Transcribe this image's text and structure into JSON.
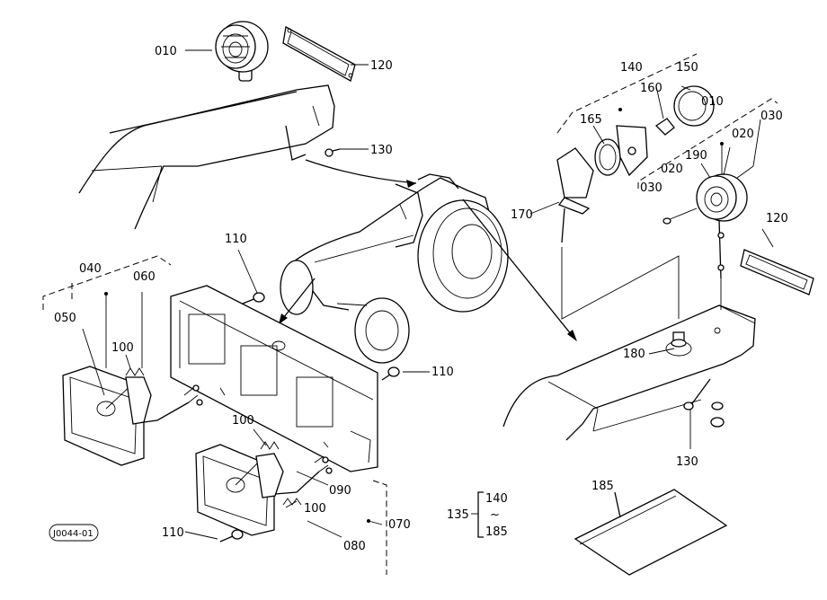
{
  "diagram": {
    "labels": {
      "p010_a": "010",
      "p120_a": "120",
      "p130_a": "130",
      "p140": "140",
      "p150": "150",
      "p160": "160",
      "p010_b": "010",
      "p030_a": "030",
      "p165": "165",
      "p020_a": "020",
      "p020_b": "020",
      "p190": "190",
      "p030_b": "030",
      "p170": "170",
      "p120_b": "120",
      "p110_a": "110",
      "p040": "040",
      "p060": "060",
      "p050": "050",
      "p100_a": "100",
      "p110_b": "110",
      "p180": "180",
      "p100_b": "100",
      "p090": "090",
      "p100_c": "100",
      "p070": "070",
      "p080": "080",
      "p110_c": "110",
      "p130_b": "130",
      "p135": "135",
      "p140_b": "140",
      "tilde": "~",
      "p185_b": "185",
      "p185_a": "185",
      "stamp": "J0044-01"
    }
  }
}
